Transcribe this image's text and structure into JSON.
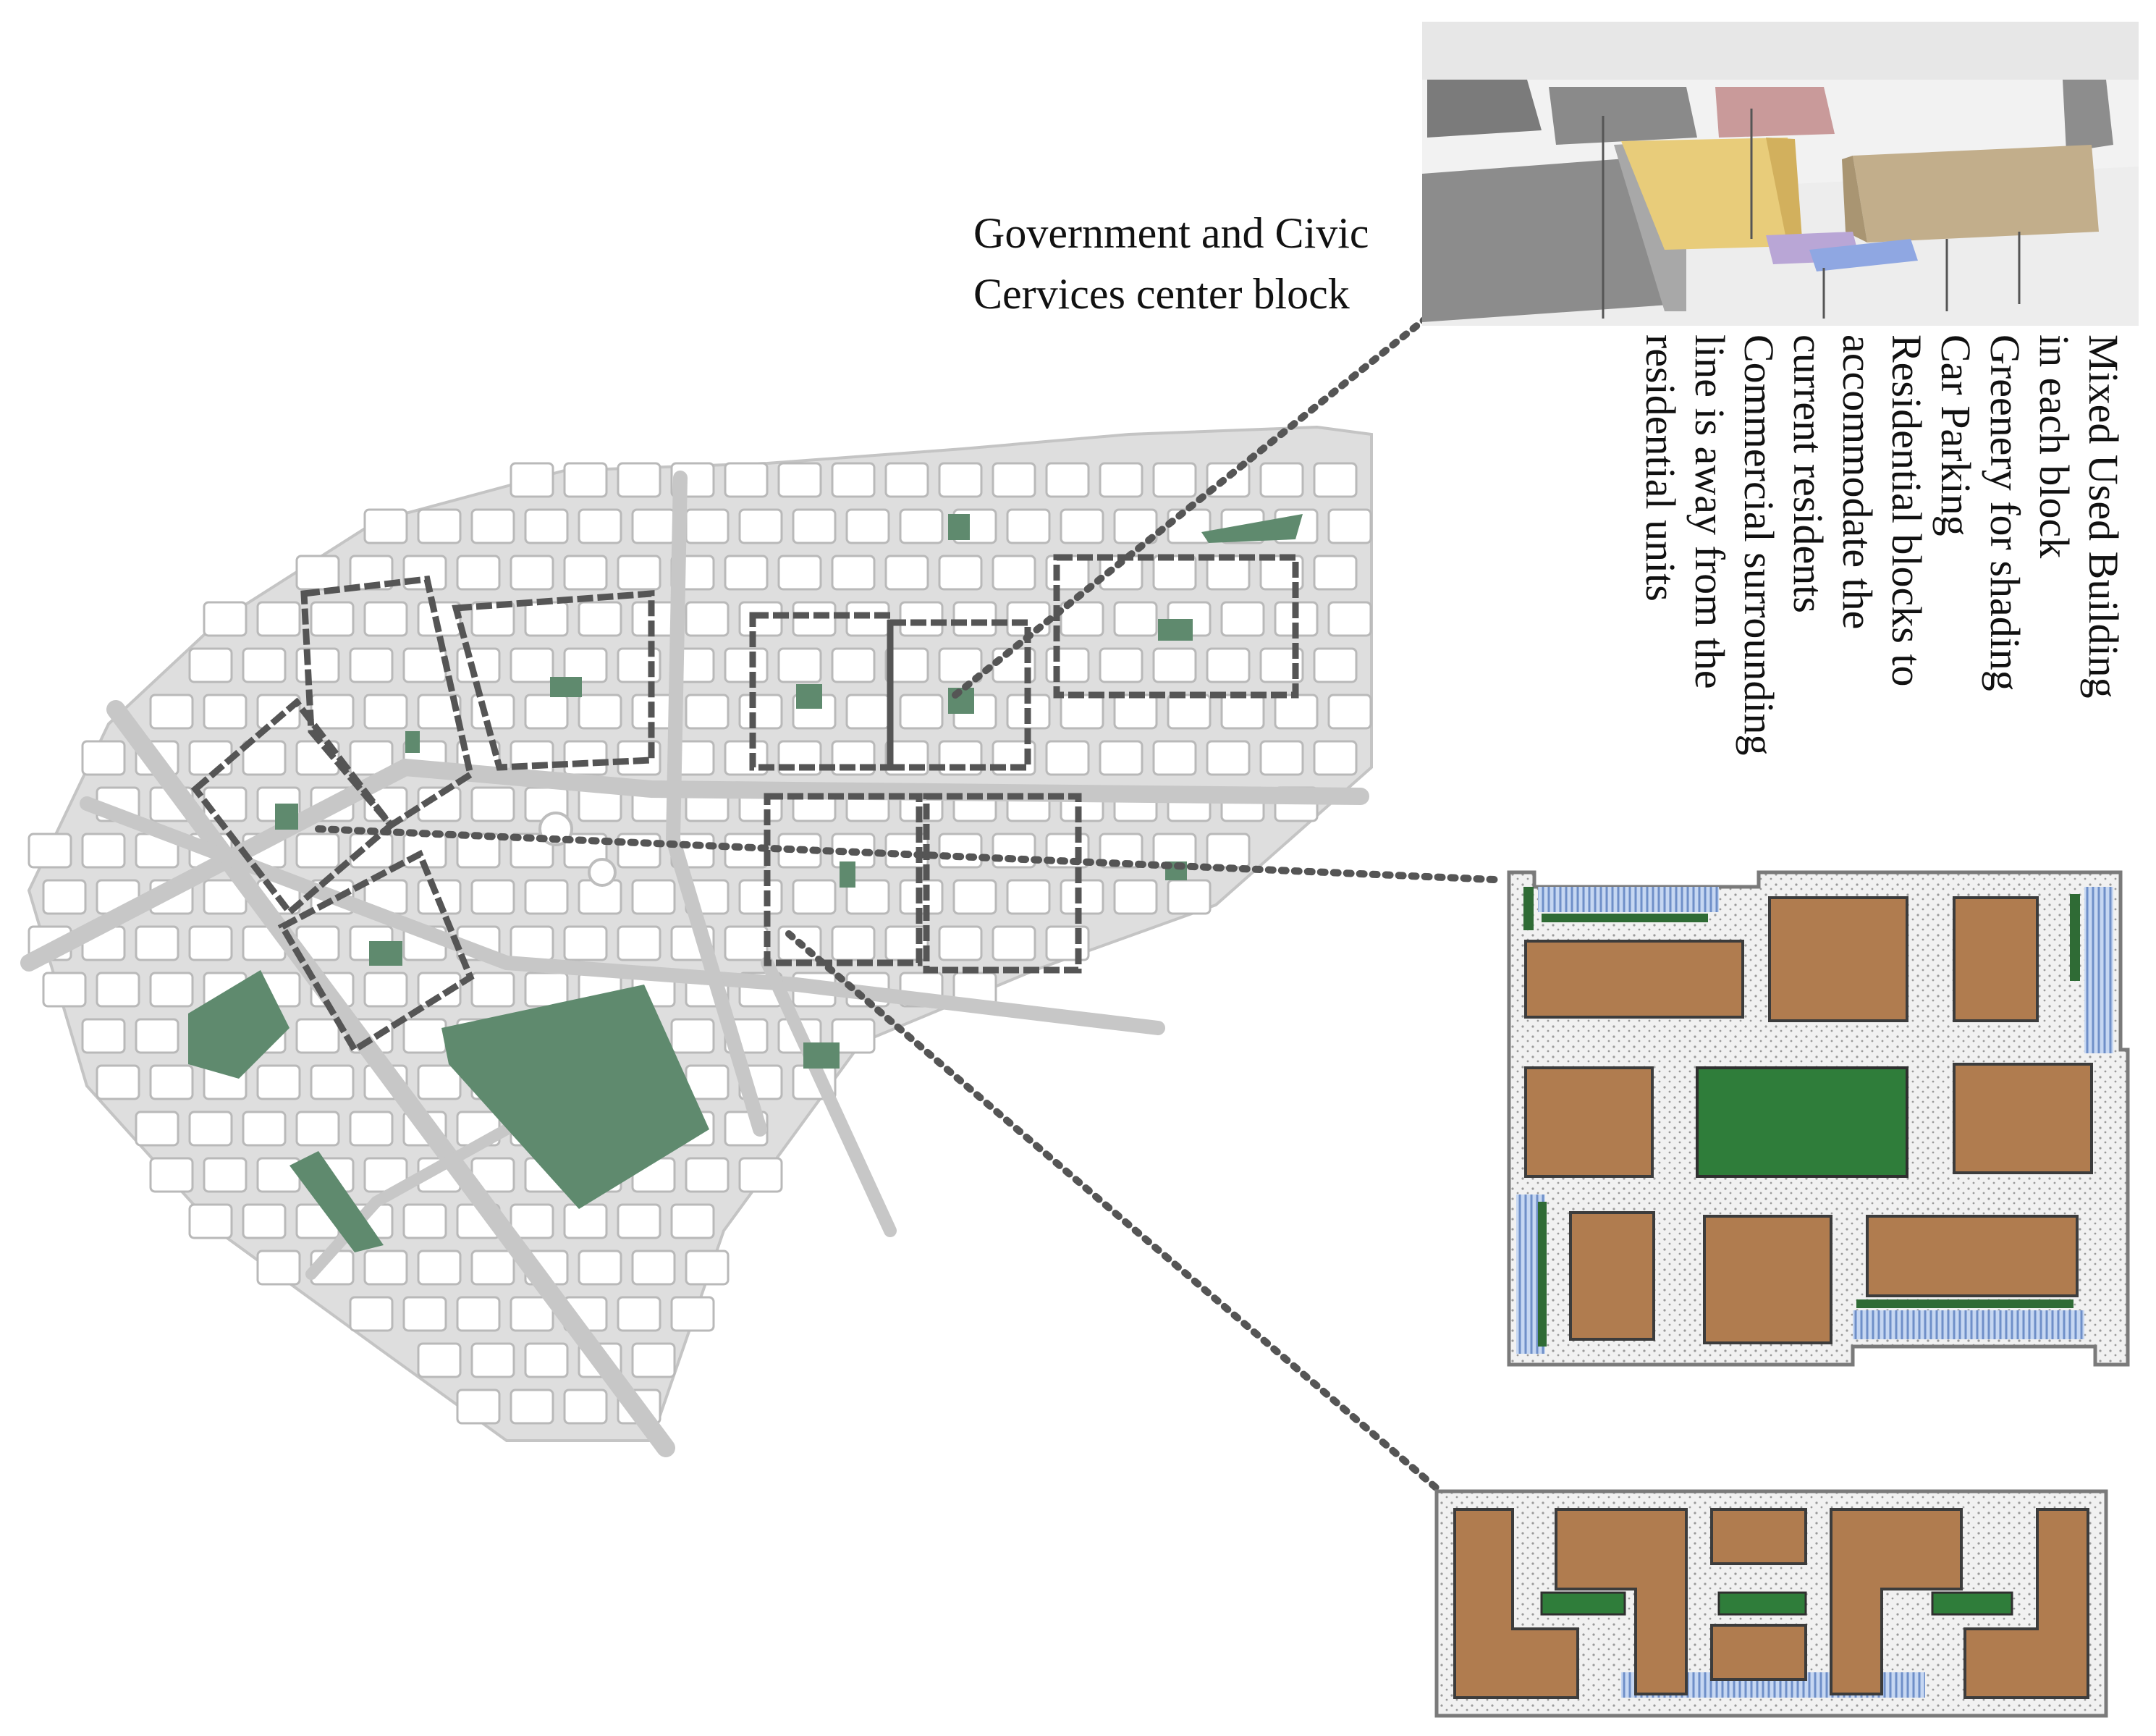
{
  "diagram_title": "",
  "callout_government": {
    "line1": "Government and Civic",
    "line2": "Cervices center block"
  },
  "vertical_labels": [
    {
      "line1": "Mixed Used Building",
      "line2": "in each block"
    },
    {
      "line1": "Greenery for shading",
      "line2": ""
    },
    {
      "line1": "Car Parking",
      "line2": ""
    },
    {
      "line1": "Residential blocks to",
      "line2": "accommodate the",
      "line3": "current residents"
    },
    {
      "line1": "Commercial surrounding",
      "line2": "line is away from the",
      "line3": "residential units"
    }
  ],
  "colors": {
    "road": "#dcdcdc",
    "block_fill": "#ffffff",
    "block_edge": "#b9b9b9",
    "park": "#5f8a6e",
    "building": "#b07c4f",
    "green_space": "#2f7d3a",
    "parking": "#aec6ec",
    "dotted_line": "#555555"
  }
}
